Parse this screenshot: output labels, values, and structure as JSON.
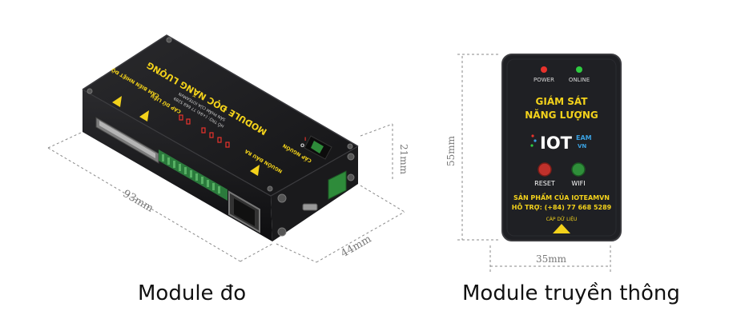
{
  "captions": {
    "left": "Module đo",
    "right": "Module truyền thông"
  },
  "measure_module": {
    "dimensions": {
      "length": "93mm",
      "depth": "44mm",
      "height": "21mm"
    },
    "top_label": "MODULE ĐỌC NĂNG LƯỢNG",
    "top_small": [
      "SẢN PHẨM CỦA IOTEAMVN",
      "HỖ TRỢ: (+84) 77 668 5289"
    ],
    "port_labels": [
      "CẢM BIẾN NHIỆT ĐỘ",
      "CÁP DỮ LIỆU",
      "NGUỒN ĐẦU RA",
      "CẤP NGUỒN"
    ],
    "switch_marks": [
      "I",
      "O"
    ]
  },
  "comm_module": {
    "dimensions": {
      "height": "55mm",
      "width": "35mm"
    },
    "led_labels": {
      "power": "POWER",
      "online": "ONLINE"
    },
    "title_lines": [
      "GIÁM SÁT",
      "NĂNG LƯỢNG"
    ],
    "logo": {
      "main": "IOT",
      "sup": "EAM",
      "sub": "VN"
    },
    "button_labels": {
      "reset": "RESET",
      "wifi": "WIFI"
    },
    "maker": "SẢN PHẨM CỦA IOTEAMVN",
    "support": "HỖ TRỢ: (+84) 77 668 5289",
    "cable_label": "CÁP DỮ LIỆU"
  },
  "colors": {
    "case": "#1c1c1e",
    "text_yellow": "#f3d21b",
    "led_red": "#e8322c",
    "led_green": "#2ecc40",
    "btn_red": "#c0312b",
    "btn_green": "#2f8f3a",
    "dim_line": "#8a8a8a"
  }
}
